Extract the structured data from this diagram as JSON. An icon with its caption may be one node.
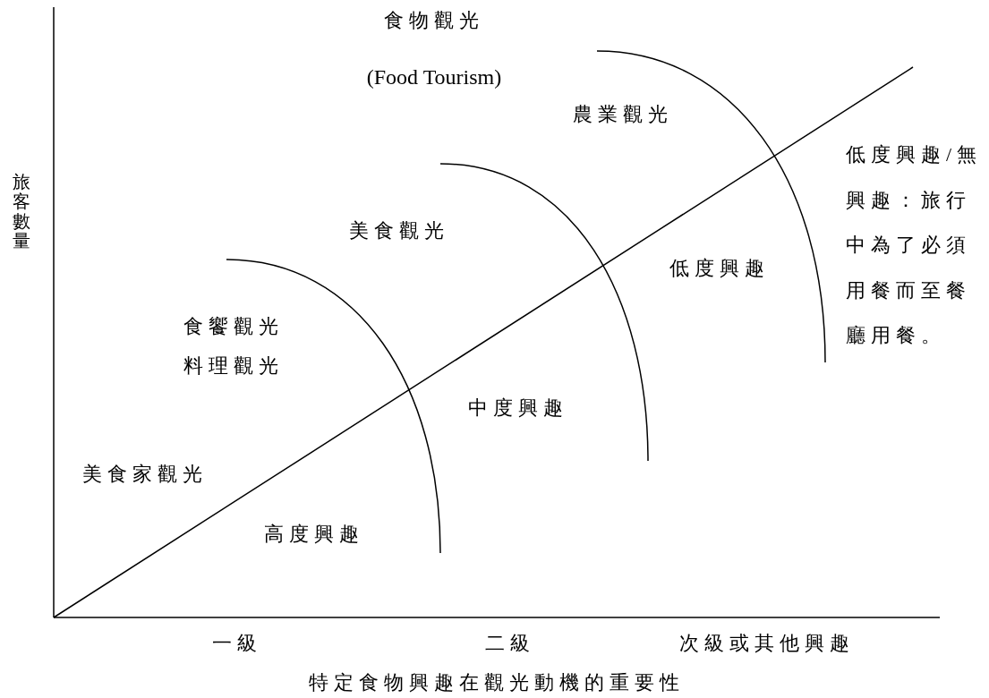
{
  "diagram": {
    "labels": [
      "食物觀光",
      "(Food Tourism)",
      "農業觀光",
      "低度興趣/無興趣：旅行中為了必須用餐而至餐廳用餐。",
      "旅客數量",
      "美食觀光",
      "低度興趣",
      "食饗觀光",
      "料理觀光",
      "中度興趣",
      "美食家觀光",
      "高度興趣",
      "一級",
      "二級",
      "次級或其他興趣",
      "特定食物興趣在觀光動機的重要性"
    ]
  }
}
